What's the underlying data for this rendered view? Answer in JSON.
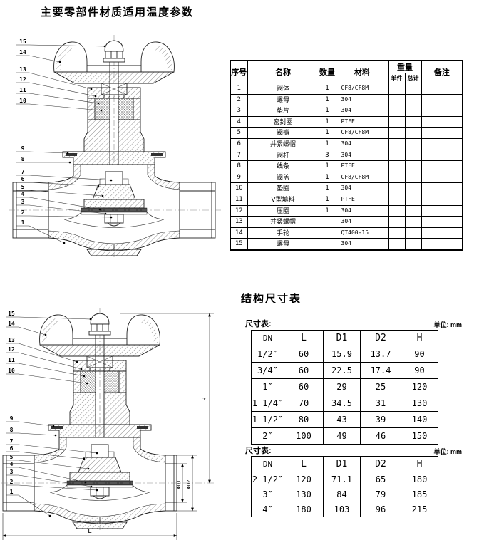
{
  "page": {
    "title": "主要零部件材质适用温度参数",
    "section_title": "结构尺寸表"
  },
  "parts_table": {
    "col_no": "序号",
    "col_name": "名称",
    "col_qty": "数量",
    "col_material": "材料",
    "col_weight": "重量",
    "col_unit_piece": "单件",
    "col_total": "总计",
    "col_remark": "备注",
    "rows": [
      {
        "no": "1",
        "name": "阀体",
        "qty": "1",
        "material": "CF8/CF8M"
      },
      {
        "no": "2",
        "name": "螺母",
        "qty": "1",
        "material": "304"
      },
      {
        "no": "3",
        "name": "垫片",
        "qty": "1",
        "material": "304"
      },
      {
        "no": "4",
        "name": "密封圈",
        "qty": "1",
        "material": "PTFE"
      },
      {
        "no": "5",
        "name": "阀瓣",
        "qty": "1",
        "material": "CF8/CF8M"
      },
      {
        "no": "6",
        "name": "并紧螺帽",
        "qty": "1",
        "material": "304"
      },
      {
        "no": "7",
        "name": "阀杆",
        "qty": "3",
        "material": "304"
      },
      {
        "no": "8",
        "name": "线条",
        "qty": "1",
        "material": "PTFE"
      },
      {
        "no": "9",
        "name": "阀盖",
        "qty": "1",
        "material": "CF8/CF8M"
      },
      {
        "no": "10",
        "name": "垫圈",
        "qty": "1",
        "material": "304"
      },
      {
        "no": "11",
        "name": "V型填料",
        "qty": "1",
        "material": "PTFE"
      },
      {
        "no": "12",
        "name": "压圈",
        "qty": "1",
        "material": "304"
      },
      {
        "no": "13",
        "name": "并紧螺帽",
        "qty": "",
        "material": "304"
      },
      {
        "no": "14",
        "name": "手轮",
        "qty": "",
        "material": "QT400-15"
      },
      {
        "no": "15",
        "name": "螺母",
        "qty": "",
        "material": "304"
      }
    ]
  },
  "dim_table_1": {
    "label": "尺寸表:",
    "unit": "单位: mm",
    "headers": [
      "DN",
      "L",
      "D1",
      "D2",
      "H"
    ],
    "rows": [
      [
        "1/2″",
        "60",
        "15.9",
        "13.7",
        "90"
      ],
      [
        "3/4″",
        "60",
        "22.5",
        "17.4",
        "90"
      ],
      [
        "1″",
        "60",
        "29",
        "25",
        "120"
      ],
      [
        "1 1/4″",
        "70",
        "34.5",
        "31",
        "130"
      ],
      [
        "1 1/2″",
        "80",
        "43",
        "39",
        "140"
      ],
      [
        "2″",
        "100",
        "49",
        "46",
        "150"
      ]
    ]
  },
  "dim_table_2": {
    "label": "尺寸表:",
    "unit": "单位: mm",
    "headers": [
      "DN",
      "L",
      "D1",
      "D2",
      "H"
    ],
    "rows": [
      [
        "2 1/2″",
        "120",
        "71.1",
        "65",
        "180"
      ],
      [
        "3″",
        "130",
        "84",
        "79",
        "185"
      ],
      [
        "4″",
        "180",
        "103",
        "96",
        "215"
      ]
    ]
  },
  "drawing_top": {
    "part_numbers": [
      "15",
      "14",
      "13",
      "12",
      "11",
      "10",
      "9",
      "8",
      "7",
      "6",
      "5",
      "4",
      "3",
      "2",
      "1"
    ]
  },
  "drawing_bottom": {
    "part_numbers": [
      "15",
      "14",
      "13",
      "12",
      "11",
      "10",
      "9",
      "8",
      "7",
      "6",
      "5",
      "4",
      "3",
      "2",
      "1"
    ],
    "dims": {
      "L": "L",
      "H": "H",
      "d1": "ΦD1",
      "d2": "ΦD2"
    }
  }
}
